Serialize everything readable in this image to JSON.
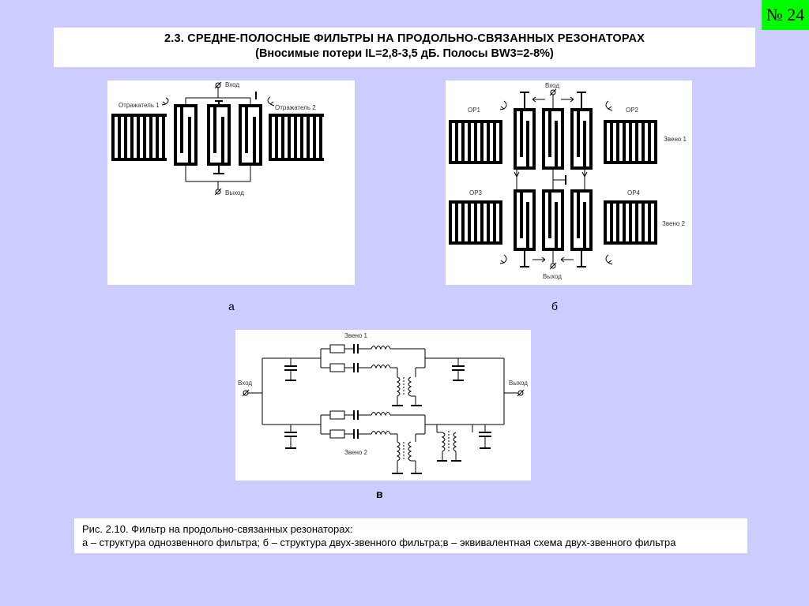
{
  "slide_number": "№ 24",
  "title": {
    "line1": "2.3. СРЕДНЕ-ПОЛОСНЫЕ  ФИЛЬТРЫ  НА  ПРОДОЛЬНО-СВЯЗАННЫХ  РЕЗОНАТОРАХ",
    "line2": "(Вносимые потери IL=2,8-3,5 дБ. Полосы BW3=2-8%)"
  },
  "diagram_a": {
    "input_label": "Вход",
    "output_label": "Выход",
    "reflector1_label": "Отражатель 1",
    "reflector2_label": "Отражатель 2",
    "sublabel": "а"
  },
  "diagram_b": {
    "input_label": "Вход",
    "output_label": "Выход",
    "or1": "ОР1",
    "or2": "ОР2",
    "or3": "ОР3",
    "or4": "ОР4",
    "stage1": "Звено 1",
    "stage2": "Звено  2",
    "sublabel": "б"
  },
  "diagram_c": {
    "input_label": "Вход",
    "output_label": "Выход",
    "stage1": "Звено 1",
    "stage2": "Звено 2",
    "sublabel": "в"
  },
  "caption": {
    "line1": "Рис. 2.10. Фильтр на продольно-связанных резонаторах:",
    "line2": "а – структура однозвенного фильтра; б – структура двух-звенного фильтра;в – эквивалентная схема двух-звенного фильтра"
  }
}
